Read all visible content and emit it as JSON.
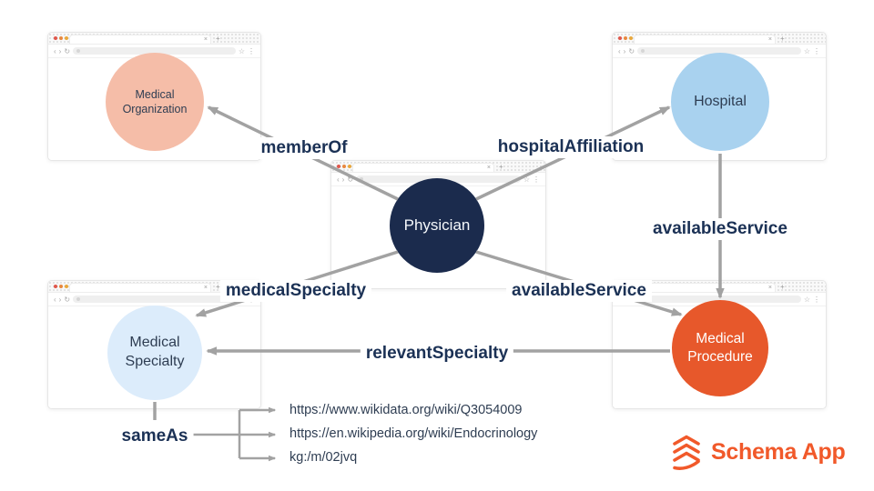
{
  "nodes": {
    "physician": {
      "label": "Physician",
      "fill": "#1b2b4d",
      "text_color": "#f5f8fb"
    },
    "medical_organization": {
      "label": "Medical Organization",
      "fill": "#f5bda8",
      "text_color": "#2e3d52"
    },
    "hospital": {
      "label": "Hospital",
      "fill": "#a9d2ef",
      "text_color": "#2e3d52"
    },
    "medical_specialty": {
      "label": "Medical Specialty",
      "fill": "#dcecfb",
      "text_color": "#2e3d52"
    },
    "medical_procedure": {
      "label": "Medical Procedure",
      "fill": "#e7582b",
      "text_color": "#ffffff"
    }
  },
  "edges": {
    "member_of": "memberOf",
    "hospital_affiliation": "hospitalAffiliation",
    "medical_specialty": "medicalSpecialty",
    "available_service_physician": "availableService",
    "available_service_hospital": "availableService",
    "relevant_specialty": "relevantSpecialty",
    "same_as": "sameAs"
  },
  "same_as": {
    "targets": [
      "https://www.wikidata.org/wiki/Q3054009",
      "https://en.wikipedia.org/wiki/Endocrinology",
      "kg:/m/02jvq"
    ]
  },
  "chrome": {
    "back_icon": "‹",
    "forward_icon": "›",
    "reload_icon": "↻",
    "star_icon": "☆",
    "menu_icon": "⋮",
    "tab_close_icon": "×",
    "new_tab_icon": "+"
  },
  "logo": {
    "text": "Schema App",
    "color": "#f1592a"
  },
  "colors": {
    "edge_line": "#a2a2a2",
    "edge_label_text": "#1b3155",
    "background": "#ffffff"
  }
}
